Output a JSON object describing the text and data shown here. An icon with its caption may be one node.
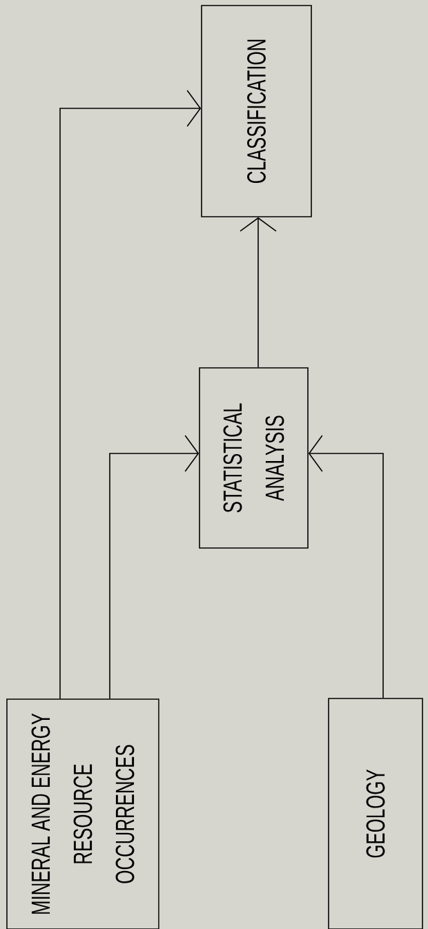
{
  "diagram": {
    "nodes": [
      {
        "text": [
          "MINERAL AND ENERGY RESOURCE OCCURRENCES"
        ]
      },
      {
        "text": [
          "GEOLOGY"
        ]
      },
      {
        "text": [
          "STATISTICAL ANALYSIS"
        ]
      },
      {
        "text": [
          "CLASSIFICATION"
        ]
      }
    ],
    "edges": [
      {
        "from": 0,
        "to": 3,
        "arrow": "to"
      },
      {
        "from": 0,
        "to": 2,
        "arrow": "to"
      },
      {
        "from": 1,
        "to": 2,
        "arrow": "to"
      },
      {
        "from": 2,
        "to": 3,
        "arrow": "to"
      }
    ]
  }
}
